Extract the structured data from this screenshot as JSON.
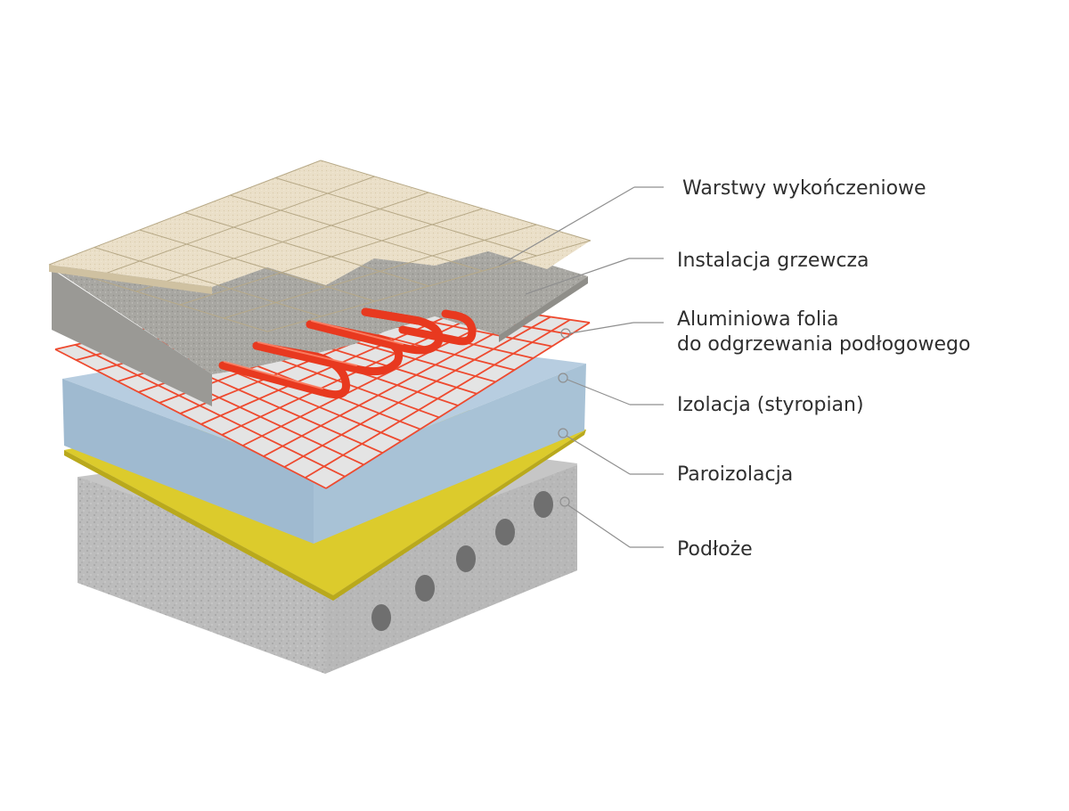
{
  "labels": {
    "finishing": "Warstwy wykończeniowe",
    "heating": "Instalacja grzewcza",
    "foil_line1": "Aluminiowa folia",
    "foil_line2": "do odgrzewania podłogowego",
    "insulation": "Izolacja (styropian)",
    "vapor": "Paroizolacja",
    "base": "Podłoże"
  },
  "colors": {
    "tile": "#e8dcc4",
    "screed": "#a9a8a3",
    "pipe": "#e8391f",
    "grid": "#ee4a2f",
    "insulation": "#a9c4d8",
    "vapor_barrier": "#dccb2c",
    "concrete": "#b9b9b9"
  }
}
